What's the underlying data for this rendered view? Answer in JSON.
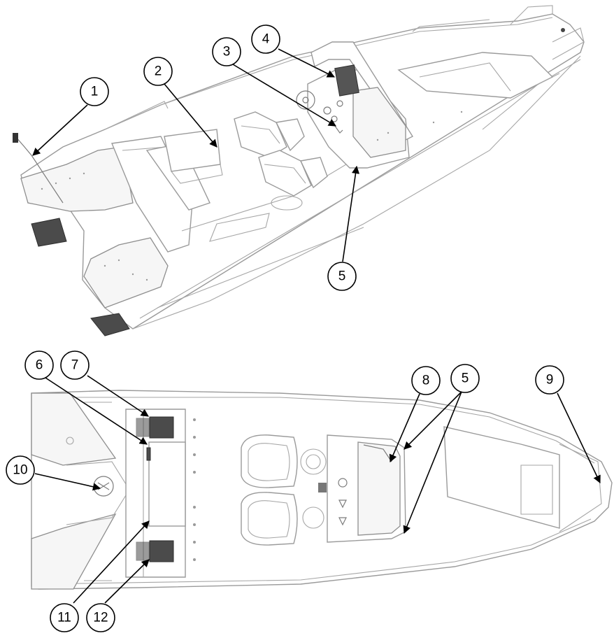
{
  "callouts_top": [
    {
      "id": "c1",
      "label": "1"
    },
    {
      "id": "c2",
      "label": "2"
    },
    {
      "id": "c3",
      "label": "3"
    },
    {
      "id": "c4",
      "label": "4"
    },
    {
      "id": "c5",
      "label": "5"
    }
  ],
  "callouts_bottom": [
    {
      "id": "c6",
      "label": "6"
    },
    {
      "id": "c7",
      "label": "7"
    },
    {
      "id": "c8",
      "label": "8"
    },
    {
      "id": "c5b",
      "label": "5"
    },
    {
      "id": "c9",
      "label": "9"
    },
    {
      "id": "c10",
      "label": "10"
    },
    {
      "id": "c11",
      "label": "11"
    },
    {
      "id": "c12",
      "label": "12"
    }
  ],
  "colors": {
    "outline": "#9a9a9a",
    "dark_parts": "#4b4b4b",
    "callout": "#000000"
  }
}
